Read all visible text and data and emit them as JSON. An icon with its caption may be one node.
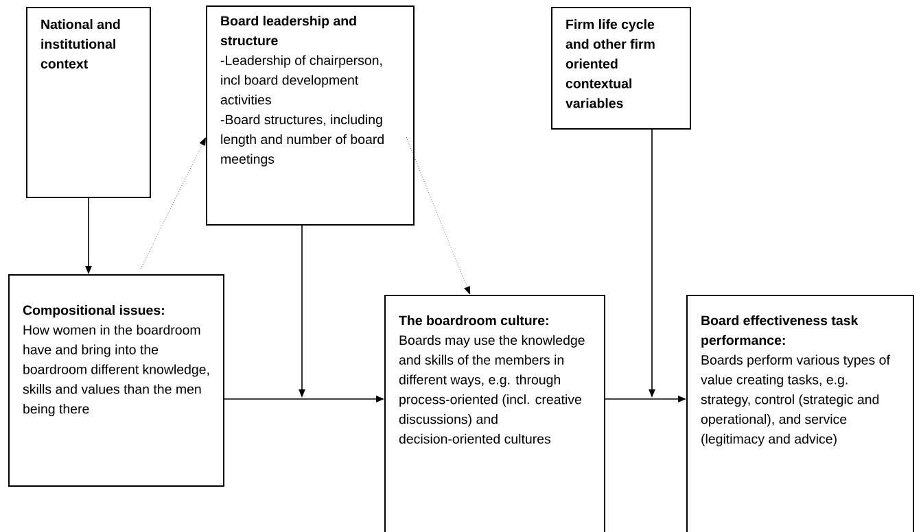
{
  "diagram": {
    "nodes": [
      {
        "text": [
          "National and institutional context"
        ]
      },
      {
        "text": [
          "Board leadership and structure",
          "-Leadership of chairperson, incl board development activities",
          "-Board structures, including length and number of board meetings"
        ]
      },
      {
        "text": [
          "Firm life cycle and other firm oriented contextual variables"
        ]
      },
      {
        "text": [
          "Compositional issues:",
          "How women in the boardroom have and bring into the boardroom different knowledge, skills and values than the men being there"
        ]
      },
      {
        "text": [
          "The boardroom culture:",
          "Boards may use the knowledge and skills of the members in different ways, e.g. through process-oriented (incl. creative discussions) and decision-oriented cultures"
        ]
      },
      {
        "text": [
          "Board effectiveness task performance:",
          "Boards perform various types of value creating tasks, e.g. strategy, control (strategic and operational), and service (legitimacy and advice)"
        ]
      }
    ],
    "edges": [
      {
        "from": 0,
        "to": 3,
        "arrow": "to"
      },
      {
        "from": 3,
        "to": 1,
        "arrow": "to",
        "style": "dashed"
      },
      {
        "from": 1,
        "to": 4,
        "arrow": "to",
        "style": "dashed"
      },
      {
        "from": 3,
        "to": 4,
        "arrow": "to"
      },
      {
        "from": 1,
        "to": null,
        "arrow": "to"
      },
      {
        "from": 4,
        "to": 5,
        "arrow": "to"
      },
      {
        "from": 2,
        "to": null,
        "arrow": "to"
      }
    ]
  }
}
